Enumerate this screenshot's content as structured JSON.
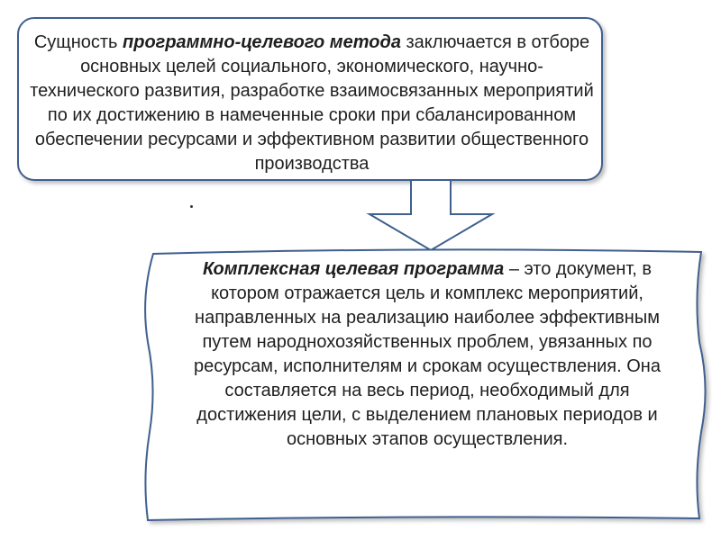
{
  "top_box": {
    "prefix": "Сущность ",
    "emphasis": "программно-целевого метода",
    "suffix": " заключается в отборе основных целей социального, экономического, научно-технического развития, разработке взаимосвязанных мероприятий по их достижению в намеченные сроки при сбалансированном обеспечении ресурсами и эффективном развитии общественного производства"
  },
  "bottom_box": {
    "emphasis": "Комплексная целевая программа",
    "suffix": " – это документ, в котором отражается цель и комплекс мероприятий, направленных на реализацию наиболее эффективным путем народнохозяйственных проблем, увязанных по ресурсам, исполнителям и срокам осуществления. Она составляется на весь период, необходимый для достижения цели, с выделением плановых периодов и основных этапов осуществления."
  },
  "colors": {
    "box_stroke": "#3f5f8f",
    "arrow_stroke": "#3f5f8f",
    "text": "#1f1f1f"
  }
}
